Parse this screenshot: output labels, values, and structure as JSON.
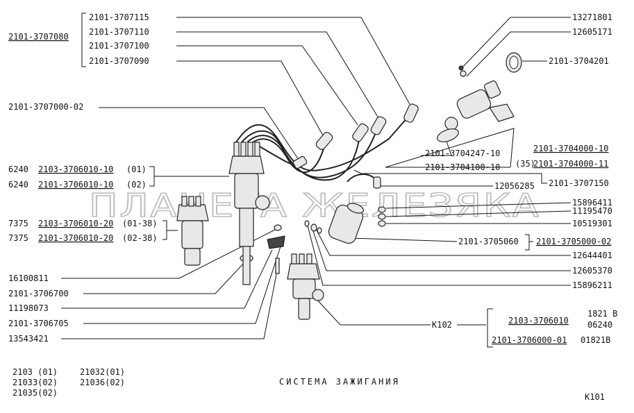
{
  "watermark": "ПЛАНЕТА ЖЕЛЕЗЯКА",
  "title": "СИСТЕМА ЗАЖИГАНИЯ",
  "page_code": "К101",
  "models": {
    "left": [
      "2103 (01)",
      "21033(02)",
      "21035(02)"
    ],
    "right": [
      "21032(01)",
      "21036(02)"
    ]
  },
  "hv_wires": {
    "assembly": "2101-3707080",
    "items": [
      "2101-3707115",
      "2101-3707110",
      "2101-3707100",
      "2101-3707090"
    ]
  },
  "left_labels": {
    "central_wire": "2101-3707000-02",
    "distributors": [
      {
        "prefix": "6240",
        "part": "2103-3706010-10",
        "suffix": "(01)"
      },
      {
        "prefix": "6240",
        "part": "2101-3706010-10",
        "suffix": "(02)"
      },
      {
        "prefix": "7375",
        "part": "2103-3706010-20",
        "suffix": "(01-38)"
      },
      {
        "prefix": "7375",
        "part": "2101-3706010-20",
        "suffix": "(02-38)"
      }
    ],
    "parts": [
      "16100811",
      "2101-3706700",
      "11198073",
      "2101-3706705",
      "13543421"
    ]
  },
  "right_labels": {
    "r13271801": "13271801",
    "r12605171": "12605171",
    "r3704201": "2101-3704201",
    "switch_a": "2101-3704000-10",
    "switch_b_prefix": "(35)",
    "switch_b": "2101-3704000-11",
    "r3704247": "2101-3704247-10",
    "r3704100": "2101-3704100-10",
    "r12056285": "12056285",
    "r3707150": "2101-3707150",
    "r15896411": "15896411",
    "r11195470": "11195470",
    "r10519301": "10519301",
    "r3705060": "2101-3705060",
    "coil": "2101-3705000-02",
    "r12644401": "12644401",
    "r12605370": "12605370",
    "r15896211": "15896211"
  },
  "k102": {
    "label": "К102",
    "rows": [
      {
        "part": "2103-3706010",
        "note1": "1821 В",
        "note2": "06240"
      },
      {
        "part": "2101-3706000-01",
        "note1": "01821В",
        "note2": ""
      }
    ]
  }
}
